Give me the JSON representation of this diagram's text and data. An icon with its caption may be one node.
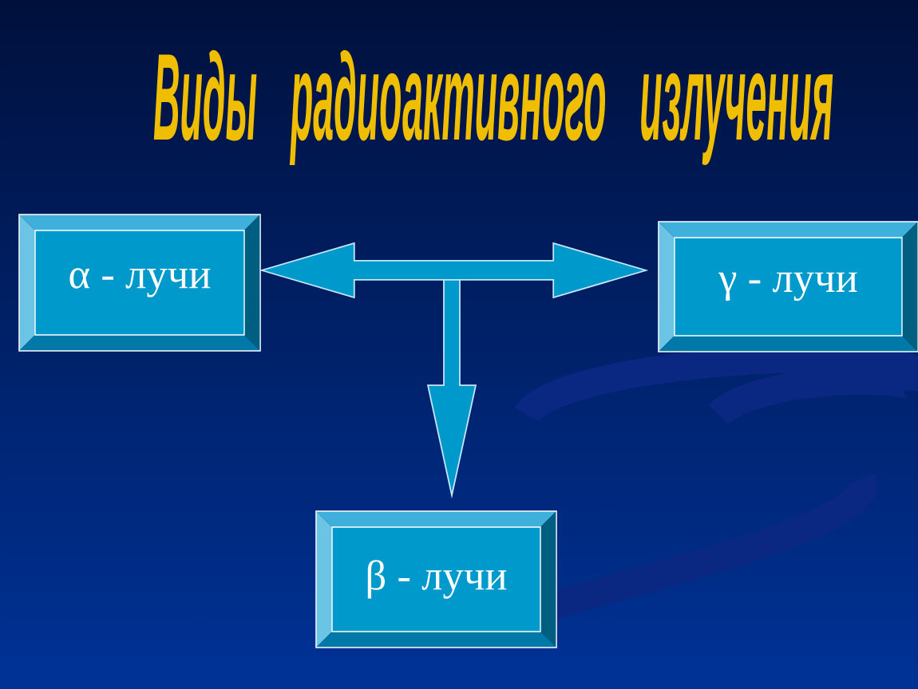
{
  "diagram": {
    "title": "Виды радиоактивного излучения",
    "nodes": [
      {
        "text": [
          "α - лучи"
        ]
      },
      {
        "text": [
          "γ - лучи"
        ]
      },
      {
        "text": [
          "β - лучи"
        ]
      }
    ],
    "edges": [
      {
        "from": 0,
        "to": 1,
        "arrow": "both"
      },
      {
        "from": null,
        "to": 2,
        "arrow": "to"
      }
    ]
  }
}
